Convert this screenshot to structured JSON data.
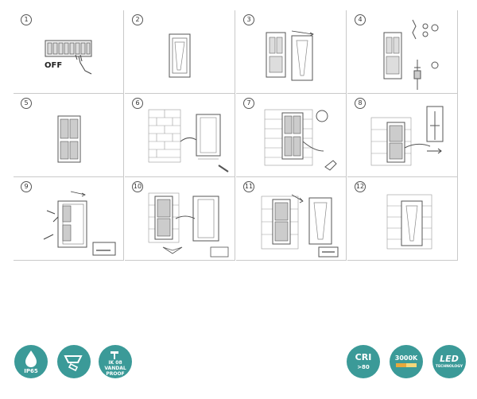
{
  "steps": [
    {
      "number": "1",
      "text": "OFF"
    },
    {
      "number": "2"
    },
    {
      "number": "3"
    },
    {
      "number": "4"
    },
    {
      "number": "5"
    },
    {
      "number": "6"
    },
    {
      "number": "7"
    },
    {
      "number": "8"
    },
    {
      "number": "9"
    },
    {
      "number": "10"
    },
    {
      "number": "11"
    },
    {
      "number": "12"
    }
  ],
  "badges_left": [
    {
      "icon": "water-drop-icon",
      "label": "IP65"
    },
    {
      "icon": "adjustable-spotlight-icon",
      "label": ""
    },
    {
      "icon": "hammer-shield-icon",
      "label_line1": "IK 08",
      "label_line2": "VANDAL",
      "label_line3": "PROOF"
    }
  ],
  "badges_right": [
    {
      "icon": "cri-icon",
      "label": "CRI",
      "sub": ">80"
    },
    {
      "icon": "color-temperature-icon",
      "label": "3000K"
    },
    {
      "icon": "led-technology-icon",
      "label": "LED",
      "sub": "TECHNOLOGY"
    }
  ],
  "colors": {
    "badge": "#3b9a98",
    "line": "#555555",
    "grid": "#c9c9c9"
  }
}
